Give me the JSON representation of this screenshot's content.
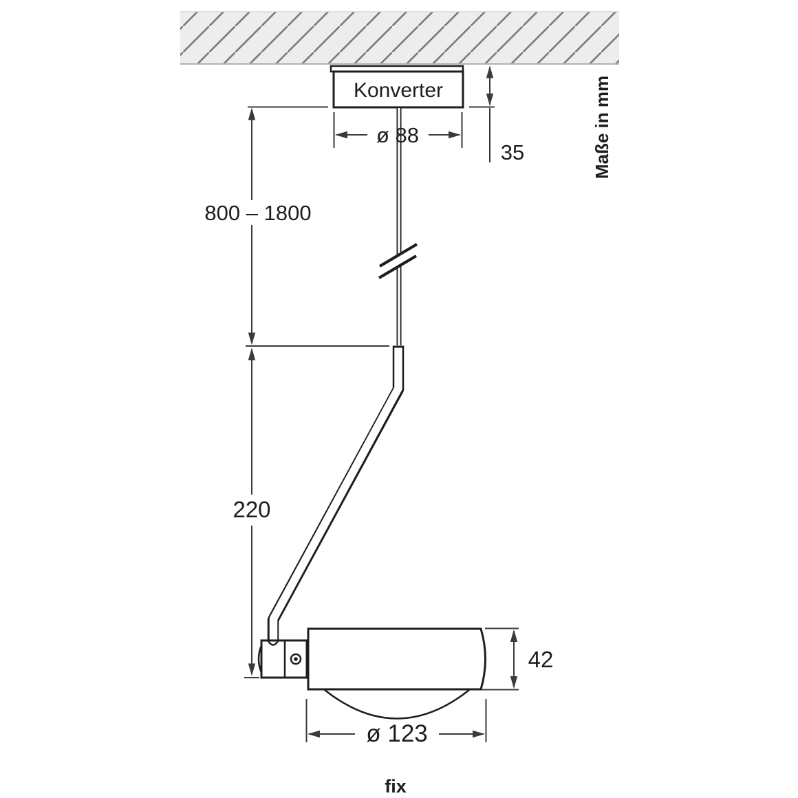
{
  "diagram": {
    "type": "technical-dimension-drawing",
    "product_label": "Konverter",
    "variant_label": "fix",
    "units_note": "Maße in mm",
    "dimensions": {
      "canopy_diameter": "ø 88",
      "canopy_height": "35",
      "suspension_length_range": "800 – 1800",
      "arm_drop": "220",
      "head_height": "42",
      "head_diameter": "ø 123"
    },
    "colors": {
      "background": "#ffffff",
      "object_line": "#1d1d1d",
      "dimension_line": "#3a3a3a",
      "text": "#1d1d1d",
      "hatch_fill": "#ededed",
      "hatch_line": "#7b7b7b"
    }
  }
}
